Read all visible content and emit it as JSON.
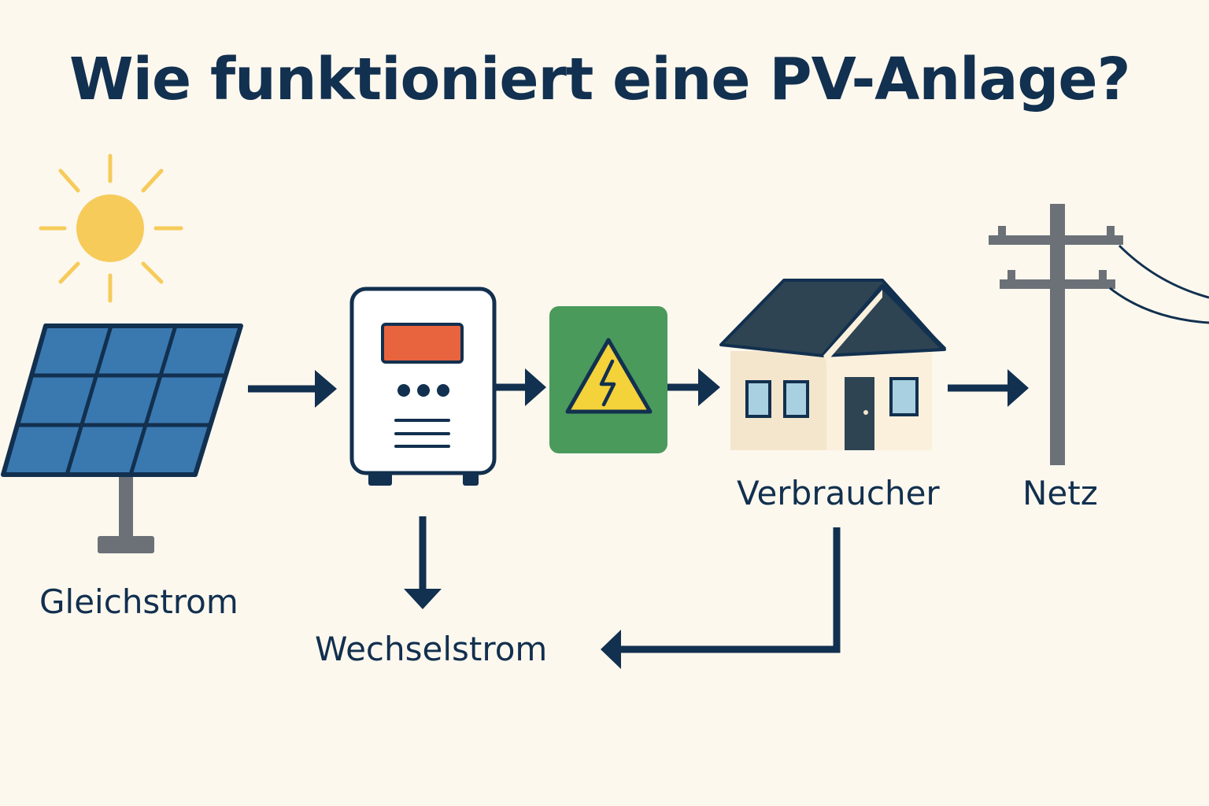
{
  "title": "Wie funktioniert eine PV-Anlage?",
  "labels": {
    "gleichstrom": "Gleichstrom",
    "wechselstrom": "Wechselstrom",
    "verbraucher": "Verbraucher",
    "netz": "Netz"
  },
  "nodes": [
    {
      "id": "sun",
      "icon": "sun-icon"
    },
    {
      "id": "solar-panel",
      "icon": "solar-panel-icon"
    },
    {
      "id": "inverter",
      "icon": "inverter-icon"
    },
    {
      "id": "electrical-hazard",
      "icon": "high-voltage-warning-icon"
    },
    {
      "id": "house",
      "icon": "house-icon"
    },
    {
      "id": "power-pole",
      "icon": "power-pole-icon"
    }
  ],
  "colors": {
    "background": "#fdf8ee",
    "text": "#12304f",
    "arrow": "#12304f",
    "sun": "#f6cb5a",
    "panel": "#3a78b0",
    "inverter_display": "#e8643f",
    "hazard_box": "#4a9a5c",
    "hazard_triangle": "#f3d23a",
    "roof": "#2e4453",
    "house_wall": "#f4e6cc",
    "window": "#a8d0e0",
    "pole": "#6b7177"
  }
}
